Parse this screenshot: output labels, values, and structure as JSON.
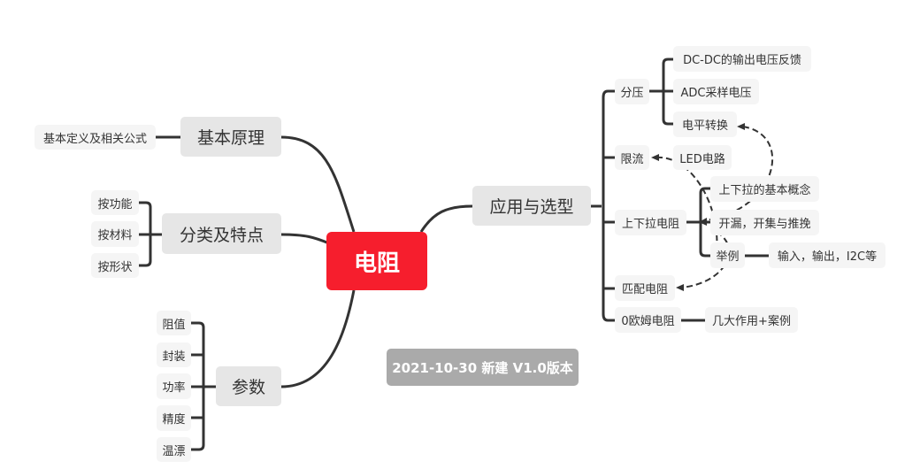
{
  "root": "电阻",
  "left": {
    "basic": {
      "label": "基本原理",
      "children": [
        "基本定义及相关公式"
      ]
    },
    "classify": {
      "label": "分类及特点",
      "children": [
        "按功能",
        "按材料",
        "按形状"
      ]
    },
    "params": {
      "label": "参数",
      "children": [
        "阻值",
        "封装",
        "功率",
        "精度",
        "温漂"
      ]
    }
  },
  "right": {
    "label": "应用与选型",
    "divider": {
      "label": "分压",
      "children": [
        "DC-DC的输出电压反馈",
        "ADC采样电压",
        "电平转换"
      ]
    },
    "limit": {
      "label": "限流",
      "children": [
        "LED电路"
      ]
    },
    "pull": {
      "label": "上下拉电阻",
      "children": [
        "上下拉的基本概念",
        "开漏，开集与推挽",
        "举例"
      ],
      "example_child": "输入，输出，I2C等"
    },
    "match": {
      "label": "匹配电阻"
    },
    "zero": {
      "label": "0欧姆电阻",
      "children": [
        "几大作用+案例"
      ]
    }
  },
  "note": "2021-10-30 新建 V1.0版本",
  "colors": {
    "root": "#f61e2d",
    "line": "#333333"
  }
}
